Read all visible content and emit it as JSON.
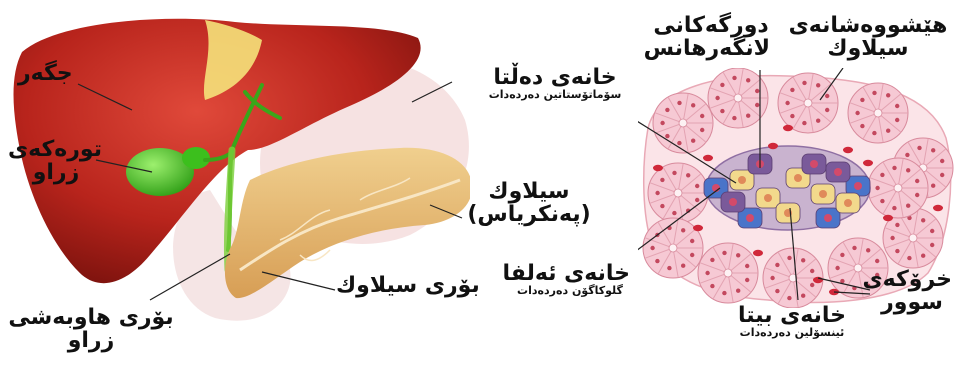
{
  "anatomy": {
    "liver": "جگەر",
    "gallbladder": [
      "تورەکەی",
      "زراو"
    ],
    "common_bile_duct": [
      "بۆری هاوبەشی",
      "زراو"
    ],
    "pancreatic_duct": "بۆری سیلاوك",
    "pancreas": [
      "سیلاوك",
      "(پەنکریاس)"
    ]
  },
  "histology": {
    "delta_cell": {
      "name": "خانەی دەڵتا",
      "secretes": "سۆماتۆستاتین دەردەدات"
    },
    "capillaries": [
      "دورگەکانی",
      "لانگەرهانس"
    ],
    "acinar_cells": [
      "هێشووەشانەی",
      "سیلاوك"
    ],
    "alpha_cell": {
      "name": "خانەی ئەلفا",
      "secretes": "گلوکاگۆن دەردەدات"
    },
    "beta_cell": {
      "name": "خانەی بیتا",
      "secretes": "ئینسۆلین دەردەدات"
    },
    "red_blood_cells": [
      "خرۆکەی",
      "سوور"
    ]
  },
  "colors": {
    "liver": "#b8241c",
    "gallbladder": "#3cbf1d",
    "pancreas": "#e2b56e",
    "acinar": "#f6c9d4",
    "alpha_cell": "#4a74c9",
    "beta_cell": "#f2d98c",
    "delta_cell": "#7a5a9a",
    "rbc": "#d0283a"
  }
}
